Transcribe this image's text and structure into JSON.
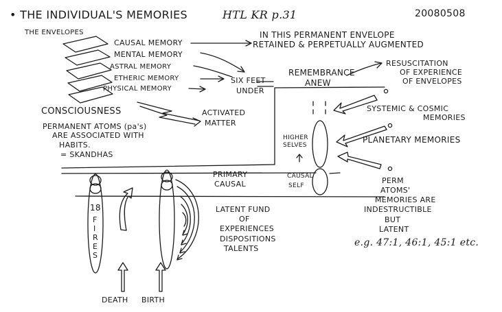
{
  "header": {
    "title": "• THE INDIVIDUAL'S MEMORIES",
    "reference": "HTL KR p.31",
    "date": "20080508"
  },
  "envelopes": {
    "heading": "THE ENVELOPES",
    "layers": [
      "CAUSAL MEMORY",
      "MENTAL MEMORY",
      "ASTRAL MEMORY",
      "ETHERIC MEMORY",
      "PHYSICAL MEMORY"
    ],
    "causal_note_line1": "IN THIS PERMANENT ENVELOPE",
    "causal_note_line2": "RETAINED & PERPETUALLY AUGMENTED",
    "six_feet_under_line1": "SIX FEET",
    "six_feet_under_line2": "UNDER"
  },
  "remembrance": {
    "line1": "REMEMBRANCE",
    "line2": "ANEW",
    "resuscitation_line1": "RESUSCITATION",
    "resuscitation_line2": "OF EXPERIENCE",
    "resuscitation_line3": "OF ENVELOPES"
  },
  "consciousness": {
    "heading": "CONSCIOUSNESS",
    "activated_line1": "ACTIVATED",
    "activated_line2": "MATTER",
    "pa_line1": "PERMANENT ATOMS (pa's)",
    "pa_line2": "ARE ASSOCIATED WITH",
    "pa_line3": "HABITS.",
    "pa_line4": "= SKANDHAS"
  },
  "selves": {
    "higher_line1": "HIGHER",
    "higher_line2": "SELVES",
    "primary_line1": "PRIMARY",
    "primary_line2": "CAUSAL",
    "causal_self_line1": "CAUSAL",
    "causal_self_line2": "SELF"
  },
  "right_memories": {
    "systemic_line1": "SYSTEMIC & COSMIC",
    "systemic_line2": "MEMORIES",
    "planetary": "PLANETARY MEMORIES",
    "perm_line1": "PERM",
    "perm_line2": "ATOMS'",
    "perm_line3": "MEMORIES ARE",
    "perm_line4": "INDESTRUCTIBLE",
    "perm_line5": "BUT",
    "perm_line6": "LATENT",
    "example": "e.g. 47:1, 46:1, 45:1 etc."
  },
  "latent_fund": {
    "line1": "LATENT FUND",
    "line2": "OF",
    "line3": "EXPERIENCES",
    "line4": "DISPOSITIONS",
    "line5": "TALENTS"
  },
  "fires": {
    "number": "18",
    "letters": [
      "F",
      "I",
      "R",
      "E",
      "S"
    ]
  },
  "life_events": {
    "death": "DEATH",
    "birth": "BIRTH"
  },
  "style": {
    "ink": "#1a1a1a",
    "paper": "#ffffff"
  }
}
